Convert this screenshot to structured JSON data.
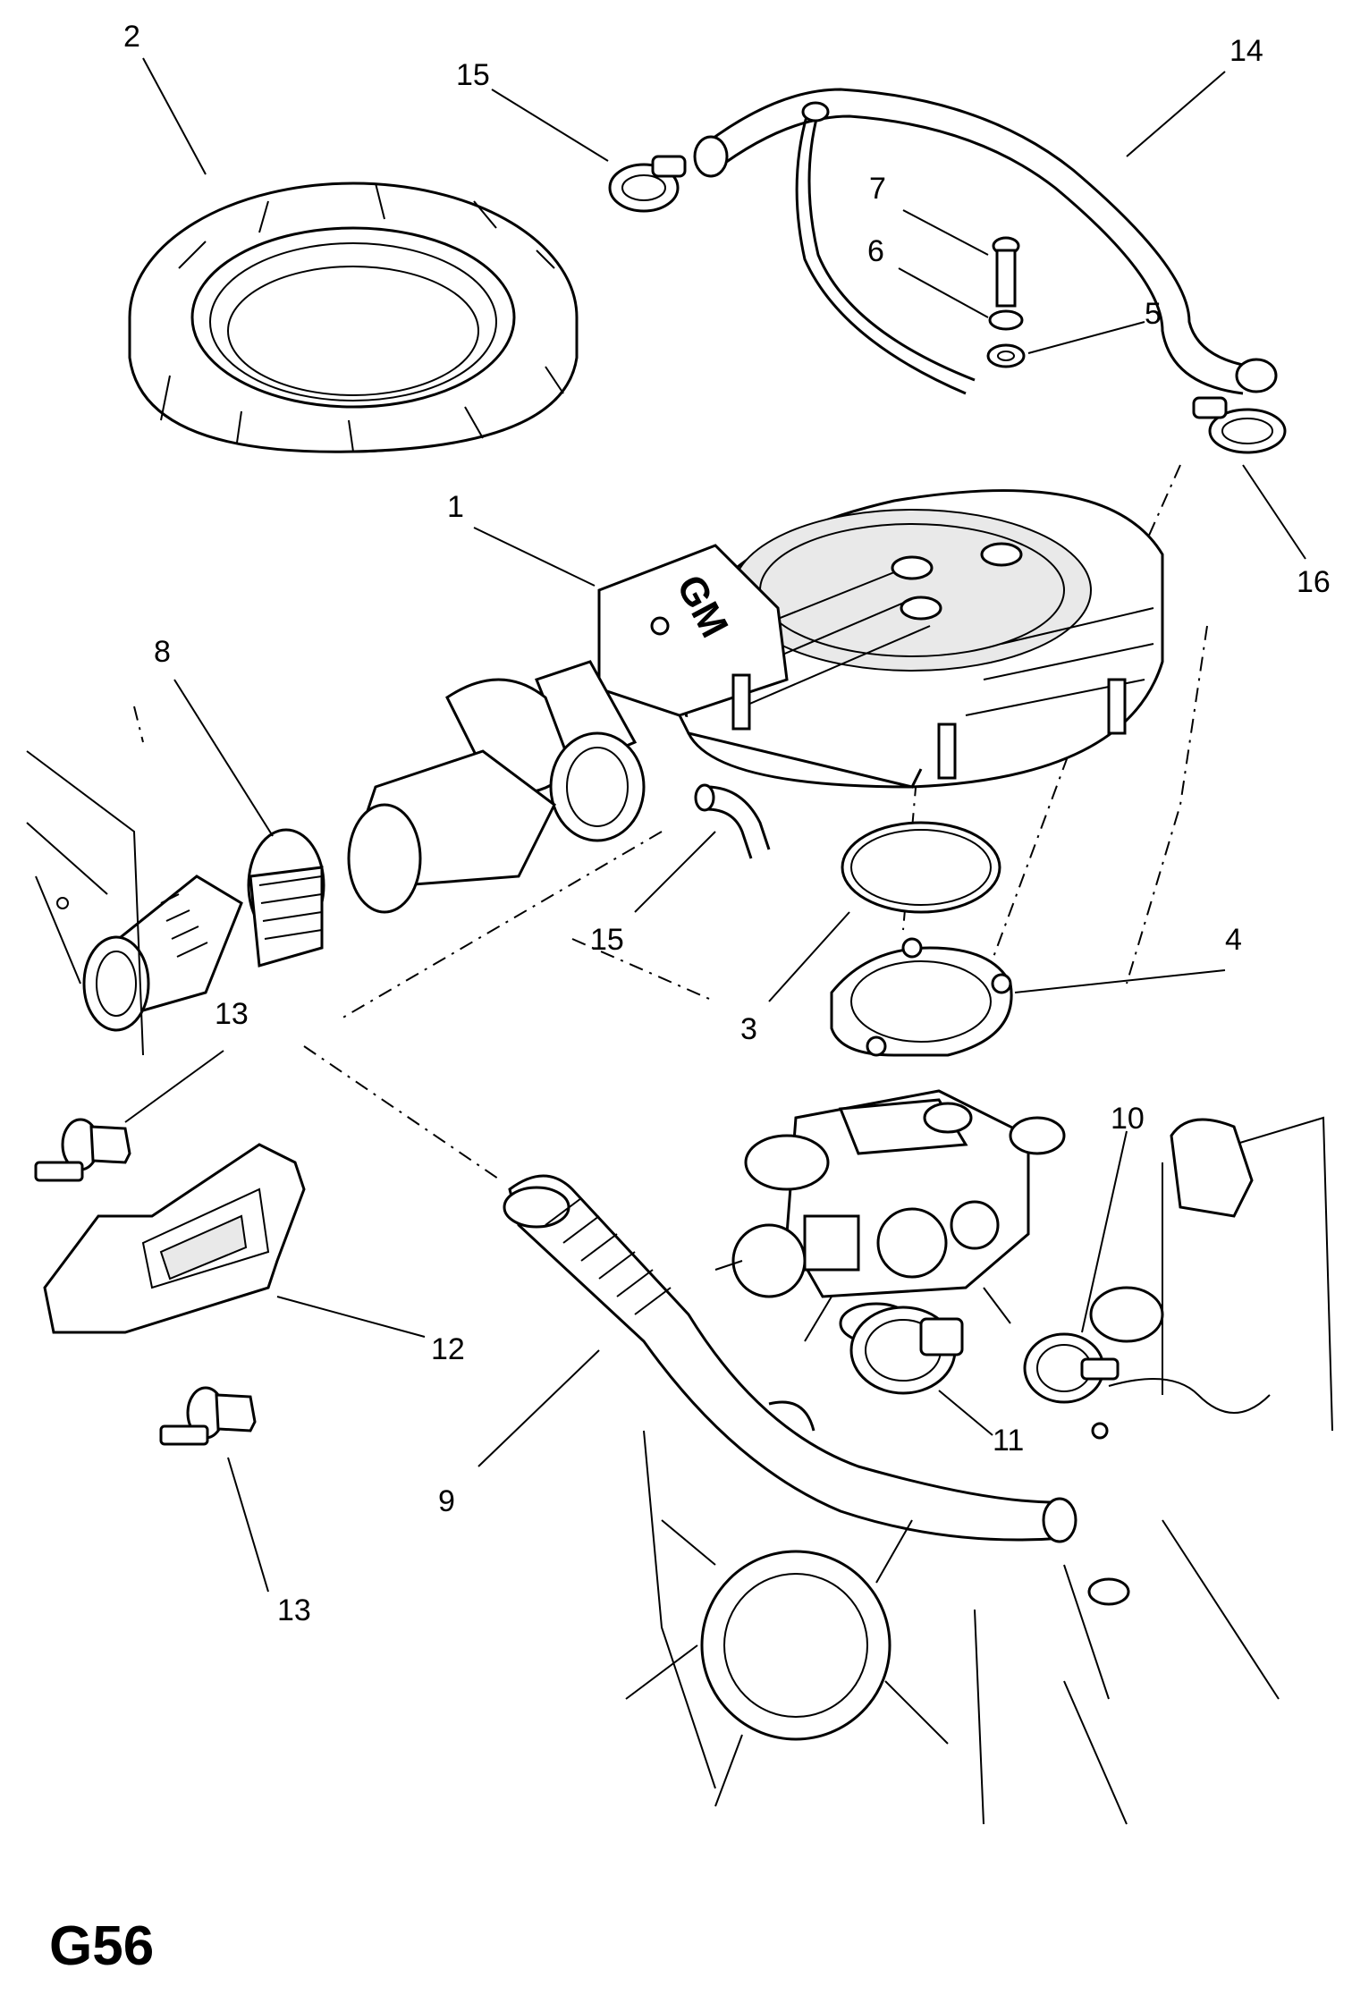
{
  "diagram": {
    "page_code": "G56",
    "logo": "GM",
    "callouts": [
      {
        "id": "c1",
        "label": "1"
      },
      {
        "id": "c2",
        "label": "2"
      },
      {
        "id": "c3",
        "label": "3"
      },
      {
        "id": "c4",
        "label": "4"
      },
      {
        "id": "c5",
        "label": "5"
      },
      {
        "id": "c6",
        "label": "6"
      },
      {
        "id": "c7",
        "label": "7"
      },
      {
        "id": "c8",
        "label": "8"
      },
      {
        "id": "c9",
        "label": "9"
      },
      {
        "id": "c10",
        "label": "10"
      },
      {
        "id": "c11",
        "label": "11"
      },
      {
        "id": "c12",
        "label": "12"
      },
      {
        "id": "c13a",
        "label": "13"
      },
      {
        "id": "c13b",
        "label": "13"
      },
      {
        "id": "c14",
        "label": "14"
      },
      {
        "id": "c15a",
        "label": "15"
      },
      {
        "id": "c15b",
        "label": "15"
      },
      {
        "id": "c16",
        "label": "16"
      }
    ]
  }
}
